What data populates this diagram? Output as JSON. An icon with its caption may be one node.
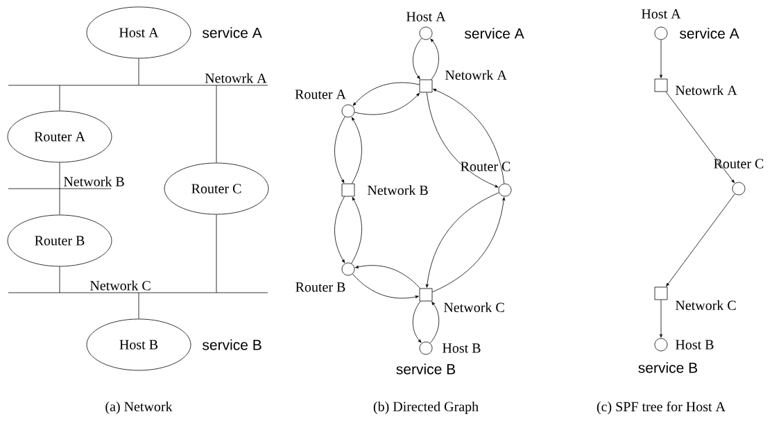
{
  "diagram": {
    "nodes": [
      {
        "text": [
          "Host A"
        ],
        "beside": [
          "service A"
        ]
      },
      {
        "text": [
          "Netowrk A"
        ]
      },
      {
        "text": [
          "Router A"
        ]
      },
      {
        "text": [
          "Network B"
        ]
      },
      {
        "text": [
          "Router C"
        ]
      },
      {
        "text": [
          "Router B"
        ]
      },
      {
        "text": [
          "Network C"
        ]
      },
      {
        "text": [
          "Host B"
        ],
        "beside": [
          "service B"
        ]
      },
      {
        "text": [],
        "shape": "circle",
        "beside": [
          "Host A",
          "service A"
        ]
      },
      {
        "text": [],
        "shape": "box",
        "beside": [
          "Netowrk A"
        ]
      },
      {
        "text": [],
        "shape": "circle",
        "beside": [
          "Router A"
        ]
      },
      {
        "text": [],
        "shape": "box",
        "beside": [
          "Network B"
        ]
      },
      {
        "text": [],
        "shape": "circle",
        "beside": [
          "Router C"
        ]
      },
      {
        "text": [],
        "shape": "circle",
        "beside": [
          "Router B"
        ]
      },
      {
        "text": [],
        "shape": "box",
        "beside": [
          "Network C"
        ]
      },
      {
        "text": [],
        "shape": "circle",
        "beside": [
          "Host B",
          "service B"
        ]
      },
      {
        "text": [],
        "shape": "circle",
        "beside": [
          "Host A",
          "service A"
        ]
      },
      {
        "text": [],
        "shape": "box",
        "beside": [
          "Netowrk A"
        ]
      },
      {
        "text": [],
        "shape": "circle",
        "beside": [
          "Router C"
        ]
      },
      {
        "text": [],
        "shape": "box",
        "beside": [
          "Network C"
        ]
      },
      {
        "text": [],
        "shape": "circle",
        "beside": [
          "Host B",
          "service B"
        ]
      }
    ],
    "edges": [
      {
        "from": 0,
        "to": 1,
        "arrow": "none"
      },
      {
        "from": 1,
        "to": 2,
        "arrow": "none"
      },
      {
        "from": 1,
        "to": 4,
        "arrow": "none"
      },
      {
        "from": 2,
        "to": 3,
        "arrow": "none"
      },
      {
        "from": 3,
        "to": 5,
        "arrow": "none"
      },
      {
        "from": 5,
        "to": 6,
        "arrow": "none"
      },
      {
        "from": 4,
        "to": 6,
        "arrow": "none"
      },
      {
        "from": 6,
        "to": 7,
        "arrow": "none"
      },
      {
        "from": 8,
        "to": 9,
        "arrow": "to"
      },
      {
        "from": 9,
        "to": 8,
        "arrow": "to"
      },
      {
        "from": 9,
        "to": 10,
        "arrow": "to"
      },
      {
        "from": 10,
        "to": 9,
        "arrow": "to"
      },
      {
        "from": 9,
        "to": 12,
        "arrow": "to"
      },
      {
        "from": 12,
        "to": 9,
        "arrow": "to"
      },
      {
        "from": 10,
        "to": 11,
        "arrow": "to"
      },
      {
        "from": 11,
        "to": 10,
        "arrow": "to"
      },
      {
        "from": 11,
        "to": 13,
        "arrow": "to"
      },
      {
        "from": 13,
        "to": 11,
        "arrow": "to"
      },
      {
        "from": 13,
        "to": 14,
        "arrow": "to"
      },
      {
        "from": 14,
        "to": 13,
        "arrow": "to"
      },
      {
        "from": 12,
        "to": 14,
        "arrow": "to"
      },
      {
        "from": 14,
        "to": 12,
        "arrow": "to"
      },
      {
        "from": 14,
        "to": 15,
        "arrow": "to"
      },
      {
        "from": 15,
        "to": 14,
        "arrow": "to"
      },
      {
        "from": 16,
        "to": 17,
        "arrow": "to"
      },
      {
        "from": 17,
        "to": 18,
        "arrow": "to"
      },
      {
        "from": 18,
        "to": 19,
        "arrow": "to"
      },
      {
        "from": 19,
        "to": 20,
        "arrow": "to"
      }
    ],
    "labels": [
      "(a) Network",
      "(b) Directed Graph",
      "(c) SPF tree for Host A"
    ]
  }
}
